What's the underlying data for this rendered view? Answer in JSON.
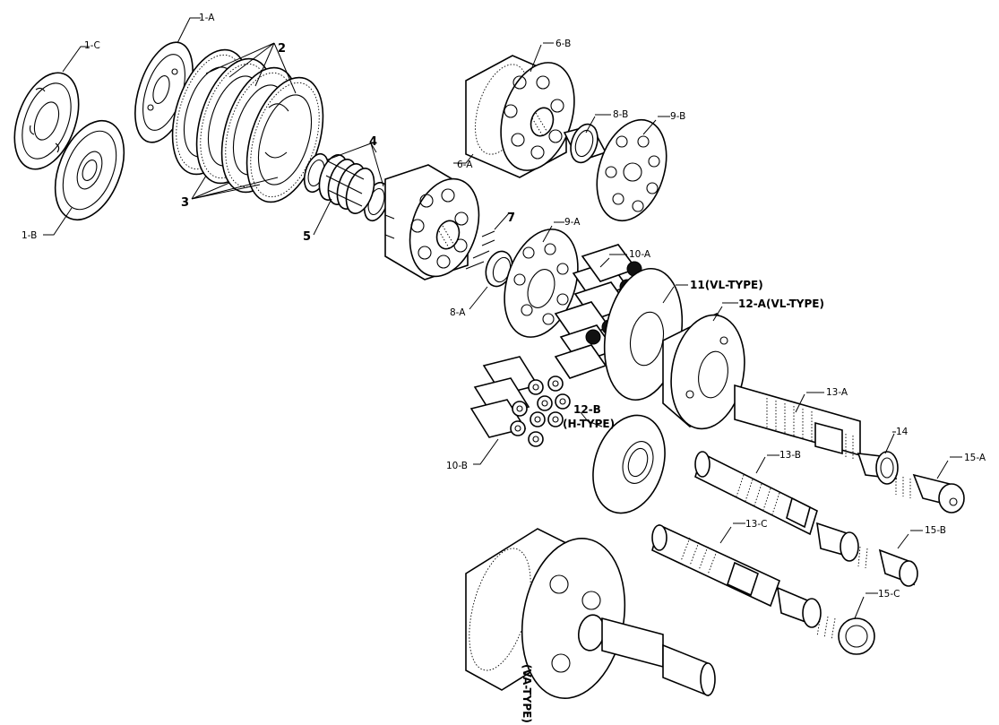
{
  "labels": {
    "l1c": "1-C",
    "l1a": "1-A",
    "l1b": "1-B",
    "l2": "2",
    "l3": "3",
    "l4": "4",
    "l5": "5",
    "l6a": "6-A",
    "l6b": "6-B",
    "l7": "7",
    "l8a": "8-A",
    "l8b": "8-B",
    "l9a": "9-A",
    "l9b": "9-B",
    "l10a": "10-A",
    "l10b": "10-B",
    "l11": "11(VL-TYPE)",
    "l12a": "12-A(VL-TYPE)",
    "l12b_1": "12-B",
    "l12b_2": "(H-TYPE)",
    "l13a": "13-A",
    "l13b": "13-B",
    "l13c": "13-C",
    "l14": "14",
    "l15a": "15-A",
    "l15b": "15-B",
    "l15c": "15-C",
    "lva": "(VA-TYPE)"
  }
}
